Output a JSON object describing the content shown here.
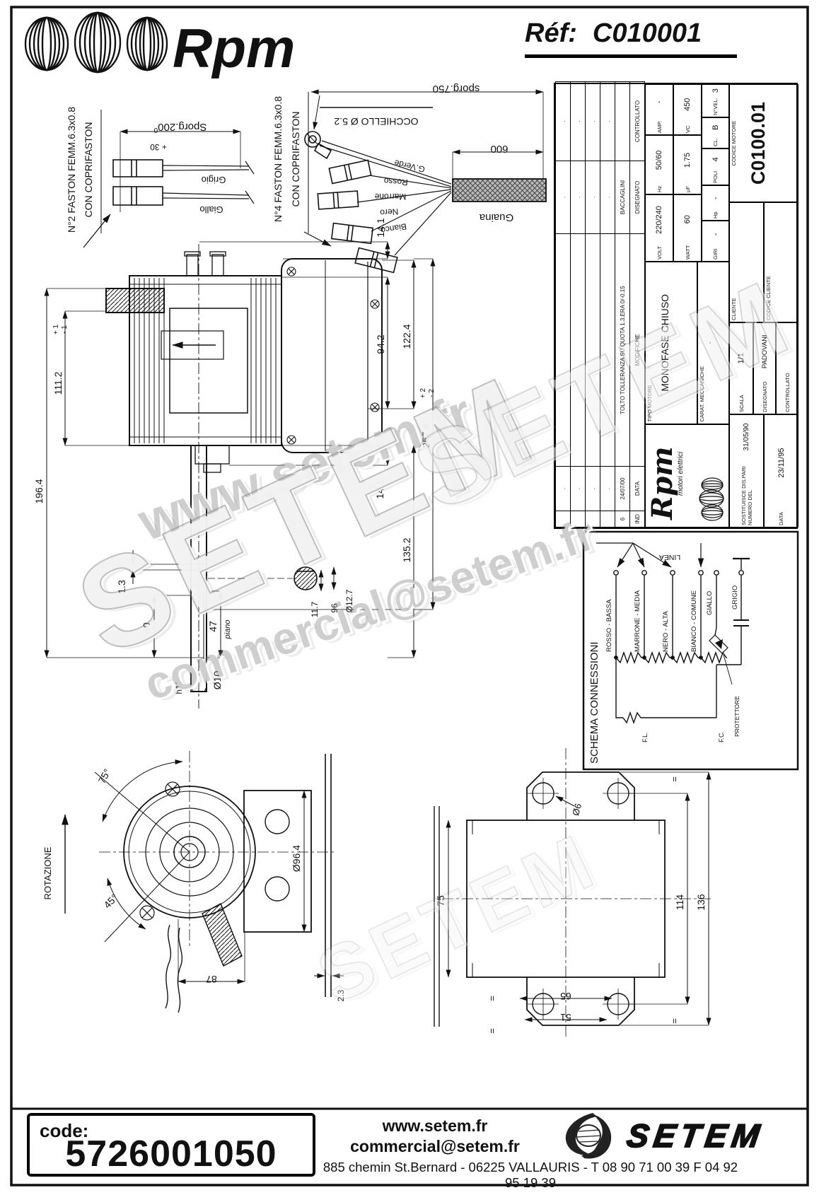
{
  "header": {
    "brand": "Rpm",
    "ref_label": "Réf:",
    "ref_value": "C010001"
  },
  "faston2": {
    "label1": "N°2 FASTON FEMM.6.3x0.8",
    "label2": "CON COPRIFASTON",
    "sporg": "Sporg.200",
    "sporg_sup": "0",
    "tol": "+ 30",
    "wire_top": "Grigio",
    "wire_bottom": "Giallo"
  },
  "faston4": {
    "label1": "N°4 FASTON FEMM.6.3x0.8",
    "label2": "CON COPRIFASTON",
    "occhiello": "OCCHIELLO Ø 5.2",
    "sporg": "sporg.750",
    "dim600": "600",
    "guaina": "Guaina",
    "w_verde": "G.Verde",
    "w_rosso": "Rosso",
    "w_marrone": "Marrone",
    "w_nero": "Nero",
    "w_bianco": "Bianco"
  },
  "side": {
    "d196": "196.4",
    "d111": "111.2",
    "t111u": "+ 1",
    "t111d": "- 1",
    "d94": "94.2",
    "d122": "122.4",
    "d141a": "14.1",
    "d257": "257.6",
    "t257u": "+ 2",
    "t257d": "- 2",
    "d141b": "14.1",
    "d135": "135.2",
    "d13": "1.3",
    "d40": "40",
    "d47": "47",
    "piano": "piano",
    "d117": "11.7",
    "d96": "96",
    "d127": "Ø12.7",
    "d10": "Ø10",
    "h11": "h11"
  },
  "front": {
    "rotazione": "ROTAZIONE",
    "a75": "75°",
    "a45": "45°",
    "d96": "Ø96.4",
    "d87": "87",
    "d23": "2.3"
  },
  "bracket": {
    "d6": "Ø6",
    "d75": "75",
    "d114": "114",
    "d136": "136",
    "d65": "65",
    "d51": "51",
    "eq": "="
  },
  "tb": {
    "rev_dot": ".",
    "rev_ind": "6",
    "rev_date": "24/07/00",
    "rev_note": "TOLTO TOLLERANZA SU QUOTA 1.3,ERA 0/-0.15",
    "rev_by": "BACCAGLINI",
    "h_ind": "IND",
    "h_data": "DATA",
    "h_mod": "MODIFICHE",
    "h_dis": "DISEGNATO",
    "h_con": "CONTROLLATO",
    "logo": "Rpm",
    "logo_sub": "motori elettrici",
    "tipo_l": "TIPO MOTORE",
    "tipo_v": "MONOFASE CHIUSO",
    "carat_l": "CARAT. MECCANICHE",
    "carat_v": "-",
    "volt_l": "VOLT",
    "volt_v": "220/240",
    "hz_l": "Hz",
    "hz_v": "50/60",
    "amp_l": "AMP.",
    "amp_v": "-",
    "watt_l": "WATT",
    "watt_v": "60",
    "uf_l": "µF",
    "uf_v": "1.75",
    "vc_l": "VC",
    "vc_v": "450",
    "giri_l": "GIRI",
    "giri_v": "-",
    "hp_l": "Hp",
    "hp_v": "-",
    "poli_l": "POLI",
    "poli_v": "4",
    "cl_l": "CL.",
    "cl_v": "B",
    "nvel_l": "N°VEL.",
    "nvel_v": "3",
    "sost_l": "SOSTITUISCE DIS.PARI NUMERO DEL",
    "sost_v": "31/05/90",
    "data_l": "DATA",
    "data_v": "23/11/95",
    "scala_l": "SCALA",
    "scala_v": "1/1",
    "dis_l": "DISEGNATO",
    "dis_v": "PADOVANI",
    "con_l": "CONTROLLATO",
    "cliente_l": "CLIENTE",
    "codcli_l": "CODICE CLIENTE",
    "codmot_l": "CODICE MOTORE",
    "codmot_v": "C0100.01"
  },
  "schema": {
    "title": "SCHEMA CONNESSIONI",
    "linea": "LINEA",
    "w1": "ROSSO - BASSA",
    "w2": "MARRONE - MEDIA",
    "w3": "NERO - ALTA",
    "w4": "BIANCO - COMUNE",
    "w5": "GIALLO",
    "w6": "GRIGIO",
    "fl": "F.L.",
    "fc": "F.C.",
    "prot": "PROTETTORE"
  },
  "wm": {
    "site": "www.setem.fr",
    "brand": "SETEM",
    "email": "commercial@setem.fr"
  },
  "footer": {
    "code_label": "code:",
    "code": "5726001050",
    "site": "www.setem.fr",
    "email": "commercial@setem.fr",
    "address": "885 chemin St.Bernard  -  06225 VALLAURIS  -  T 08 90 71 00 39   F 04 92 95 19 39",
    "brand": "SETEM"
  }
}
